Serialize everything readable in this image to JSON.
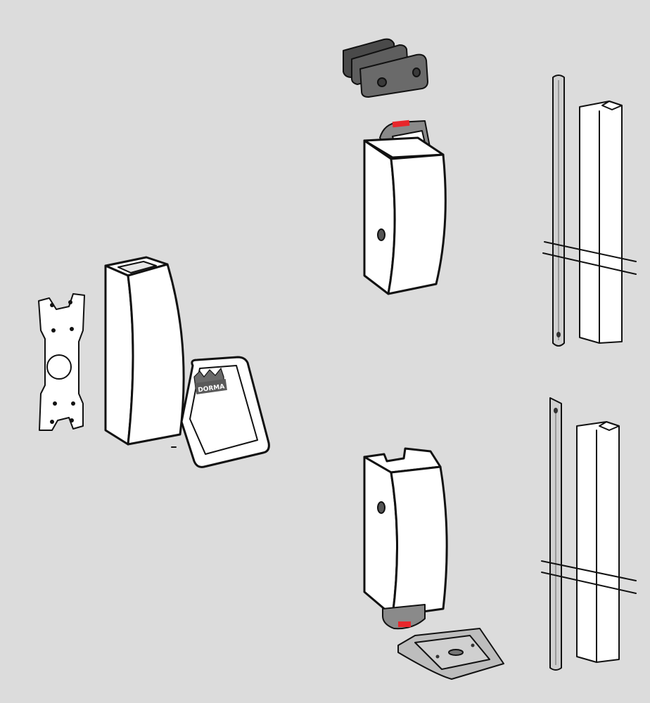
{
  "diagram": {
    "logo_text": "DORMA",
    "colors": {
      "background": "#dcdcdc",
      "part_fill": "#ffffff",
      "outline": "#111111",
      "dark_part": "#5a5a5a",
      "pin_red": "#e8262b",
      "rod_fill": "#cfcfcf",
      "plate_grey": "#bdbdbd"
    },
    "parts": [
      "mounting-plate",
      "center-lock-housing",
      "lock-cover-with-logo",
      "top-strike-block",
      "top-latch-housing",
      "top-rod",
      "top-rod-channel",
      "bottom-latch-housing",
      "bottom-floor-strike",
      "bottom-rod",
      "bottom-rod-channel"
    ]
  }
}
